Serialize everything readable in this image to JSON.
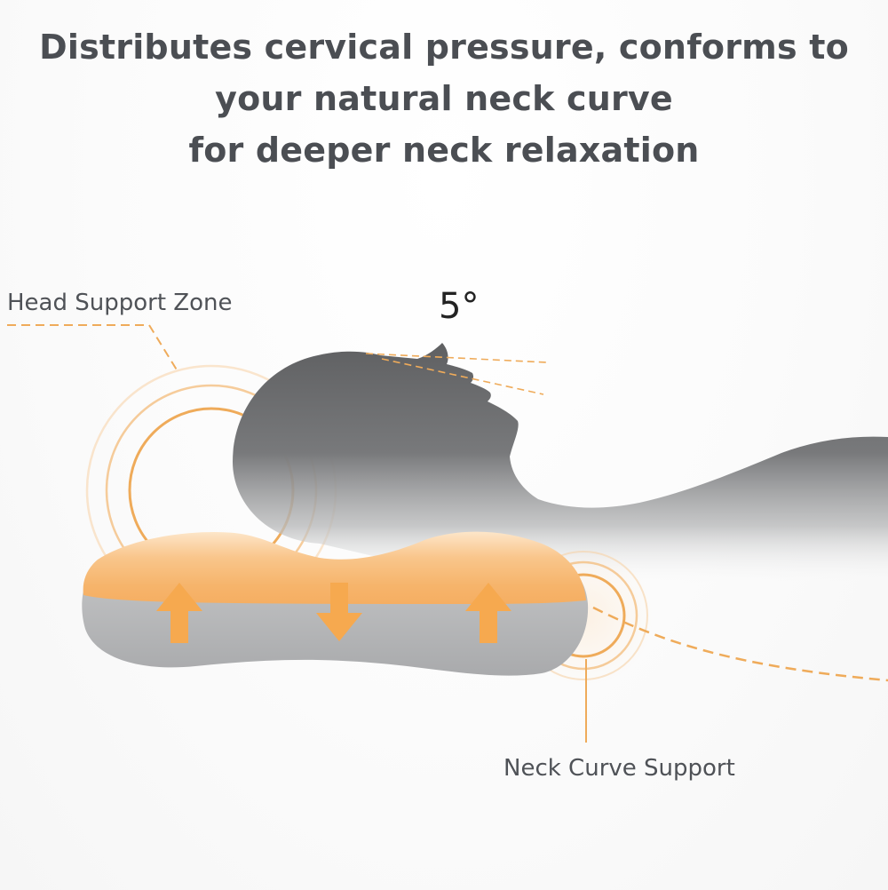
{
  "headline": {
    "line1": "Distributes cervical pressure, conforms to",
    "line2": "your natural neck curve",
    "line3": "for deeper neck relaxation"
  },
  "labels": {
    "head_support": "Head Support Zone",
    "neck_support": "Neck Curve Support",
    "angle": "5°"
  },
  "colors": {
    "accent_orange": "#f2a650",
    "foam_orange": "#f7b871",
    "pillow_gray": "#b5b6b8",
    "silhouette_gray": "#6b6c6e",
    "text": "#4b4e53"
  },
  "icons": {
    "up_arrow": "arrow-up-icon",
    "down_arrow": "arrow-down-icon"
  }
}
